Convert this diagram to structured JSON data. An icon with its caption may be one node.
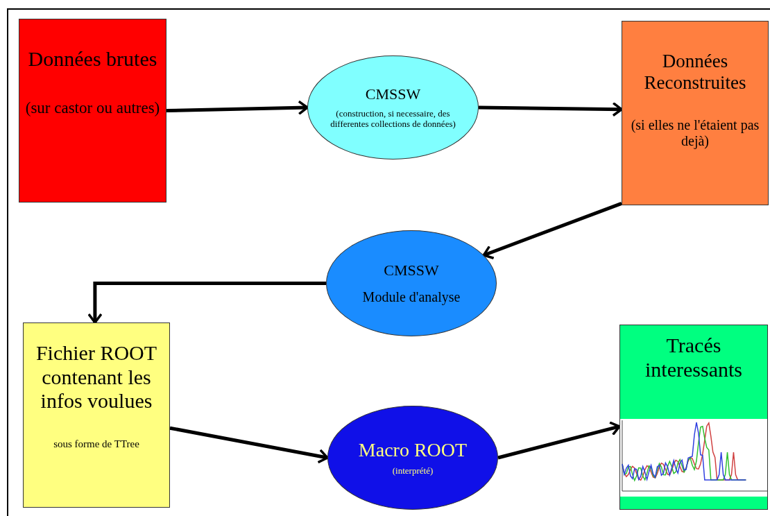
{
  "diagram": {
    "nodes": [
      {
        "text": [
          "Données brutes",
          "(sur castor ou autres)"
        ]
      },
      {
        "text": [
          "CMSSW",
          "(construction, si necessaire, des differentes collections de données)"
        ]
      },
      {
        "text": [
          "Données Reconstruites",
          "(si elles ne l'étaient pas dejà)"
        ]
      },
      {
        "text": [
          "CMSSW",
          "Module d'analyse"
        ]
      },
      {
        "text": [
          "Fichier ROOT contenant les infos voulues",
          "sous forme de TTree"
        ]
      },
      {
        "text": [
          "Macro ROOT",
          "(interprété)"
        ]
      },
      {
        "text": [
          "Tracés interessants"
        ]
      }
    ],
    "edges": [
      {
        "from": 0,
        "to": 1,
        "arrow": "to"
      },
      {
        "from": 1,
        "to": 2,
        "arrow": "to"
      },
      {
        "from": 2,
        "to": 3,
        "arrow": "to"
      },
      {
        "from": 3,
        "to": 4,
        "arrow": "to"
      },
      {
        "from": 4,
        "to": 5,
        "arrow": "to"
      },
      {
        "from": 5,
        "to": 6,
        "arrow": "to"
      }
    ]
  }
}
